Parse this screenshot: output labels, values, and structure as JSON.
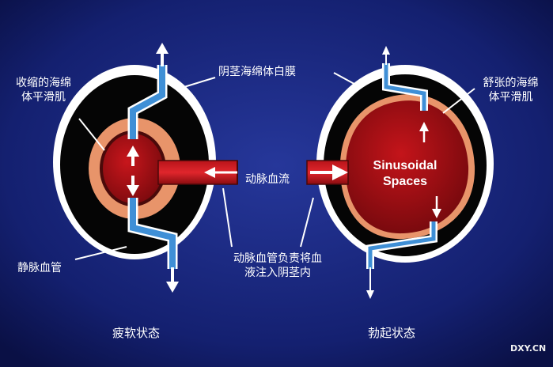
{
  "labels": {
    "contracted_smooth_muscle_line1": "收缩的海绵",
    "contracted_smooth_muscle_line2": "体平滑肌",
    "tunica_albuginea": "阴茎海绵体白膜",
    "relaxed_smooth_muscle_line1": "舒张的海绵",
    "relaxed_smooth_muscle_line2": "体平滑肌",
    "arterial_flow": "动脉血流",
    "sinusoidal_line1": "Sinusoidal",
    "sinusoidal_line2": "Spaces",
    "vein": "静脉血管",
    "artery_note_line1": "动脉血管负责将血",
    "artery_note_line2": "液注入阴茎内",
    "flaccid_state": "疲软状态",
    "erect_state": "勃起状态",
    "watermark": "DXY.CN"
  },
  "colors": {
    "background_center": "#1f2f8c",
    "background_edge": "#0d1450",
    "tunica_outer": "#ffffff",
    "cavernosal_dark": "#050505",
    "smooth_muscle_salmon": "#e8946a",
    "sinus_red": "#a50f14",
    "vein_blue": "#3f8fd6"
  }
}
